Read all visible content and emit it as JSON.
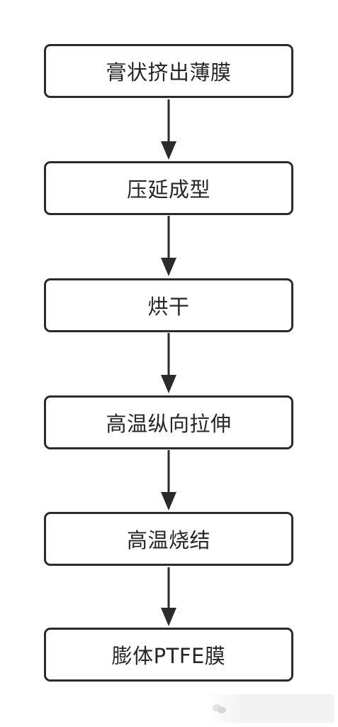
{
  "steps": [
    {
      "label": "膏状挤出薄膜"
    },
    {
      "label": "压延成型"
    },
    {
      "label": "烘干"
    },
    {
      "label": "高温纵向拉伸"
    },
    {
      "label": "高温烧结"
    },
    {
      "label": "膨体PTFE膜"
    }
  ],
  "colors": {
    "stroke": "#2b2b2b",
    "text": "#262626",
    "background": "#ffffff"
  },
  "watermark_icon": "wechat-icon"
}
